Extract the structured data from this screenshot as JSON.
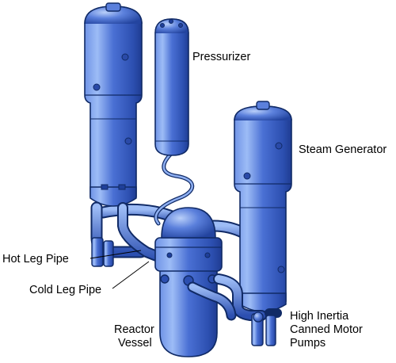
{
  "labels": {
    "pressurizer": "Pressurizer",
    "steam_generator": "Steam Generator",
    "hot_leg_pipe": "Hot Leg Pipe",
    "cold_leg_pipe": "Cold Leg Pipe",
    "reactor_vessel_line1": "Reactor",
    "reactor_vessel_line2": "Vessel",
    "pumps_line1": "High Inertia",
    "pumps_line2": "Canned Motor",
    "pumps_line3": "Pumps"
  },
  "colors": {
    "body": "#3f64cf",
    "body_light": "#8fb0f2",
    "body_dark": "#1f3f9a",
    "outline": "#102a66",
    "background": "#ffffff",
    "text": "#000000"
  }
}
